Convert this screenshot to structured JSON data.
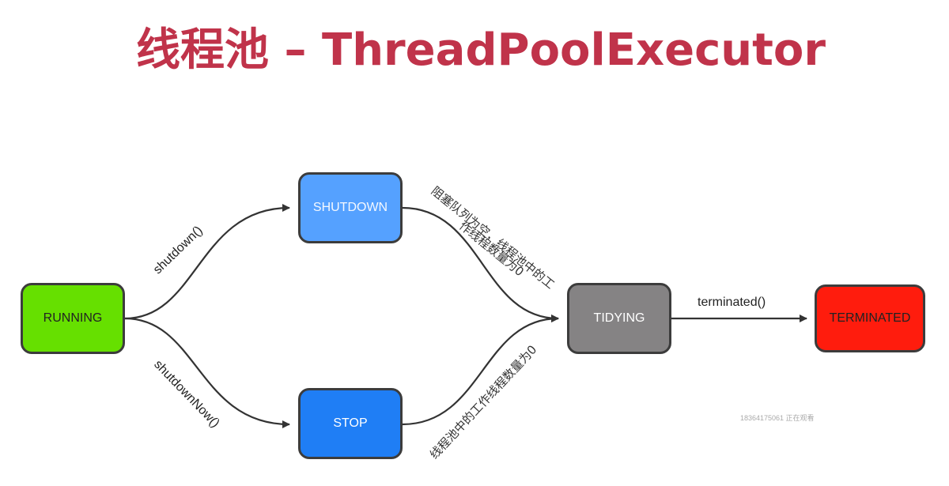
{
  "title": "线程池 – ThreadPoolExecutor",
  "nodes": {
    "running": "RUNNING",
    "shutdown": "SHUTDOWN",
    "stop": "STOP",
    "tidying": "TIDYING",
    "terminated": "TERMINATED"
  },
  "edges": {
    "shutdown_call": "shutdown()",
    "shutdown_now_call": "shutdownNow()",
    "queue_empty_line1": "阻塞队列为空，线程池中的工",
    "queue_empty_line2": "作线程数量为0",
    "workers_zero": "线程池中的工作线程数量为0",
    "terminated_call": "terminated()"
  },
  "watermark": "18364175061 正在观看",
  "colors": {
    "title": "#c0334a",
    "running": "#66e000",
    "shutdown": "#55a1ff",
    "stop": "#1f7ef5",
    "tidying": "#858384",
    "terminated": "#ff1c0d"
  }
}
